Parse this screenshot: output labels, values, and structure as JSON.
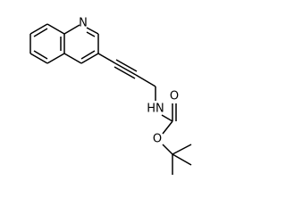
{
  "structure": {
    "atoms": {
      "n_quinoline": "N",
      "n_carbamate": "HN",
      "o_ester": "O",
      "o_carbonyl": "O"
    },
    "colors": {
      "bond": "#000000",
      "label": "#000000",
      "background": "#ffffff"
    }
  }
}
